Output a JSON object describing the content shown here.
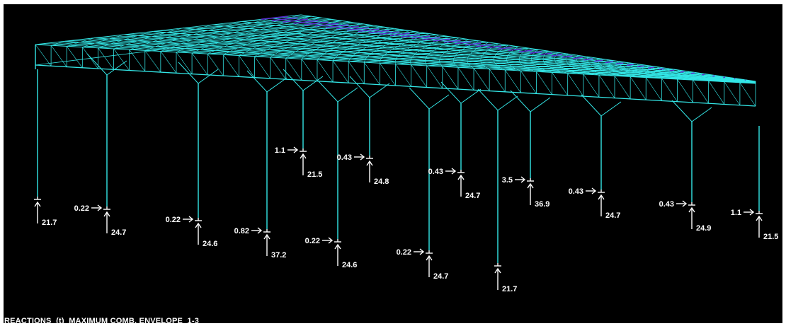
{
  "caption": "REACTIONS  (t)  MAXIMUM COMB. ENVELOPE  1-3",
  "colors": {
    "background": "#000000",
    "truss": "#33e6e6",
    "truss_top": "#5a2fd1",
    "reaction": "#ffffff"
  },
  "supports": [
    {
      "id": "s1",
      "horizontal": "",
      "vertical": "21.7"
    },
    {
      "id": "s2",
      "horizontal": "0.22",
      "vertical": "24.7"
    },
    {
      "id": "s3",
      "horizontal": "0.22",
      "vertical": "24.6"
    },
    {
      "id": "s4",
      "horizontal": "0.82",
      "vertical": "37.2"
    },
    {
      "id": "s5",
      "horizontal": "1.1",
      "vertical": "21.5"
    },
    {
      "id": "s6",
      "horizontal": "0.22",
      "vertical": "24.6"
    },
    {
      "id": "s7",
      "horizontal": "0.43",
      "vertical": "24.8"
    },
    {
      "id": "s8",
      "horizontal": "0.22",
      "vertical": "24.7"
    },
    {
      "id": "s9",
      "horizontal": "0.43",
      "vertical": "24.7"
    },
    {
      "id": "s10",
      "horizontal": "",
      "vertical": "21.7"
    },
    {
      "id": "s11",
      "horizontal": "3.5",
      "vertical": "36.9"
    },
    {
      "id": "s12",
      "horizontal": "0.43",
      "vertical": "24.7"
    },
    {
      "id": "s13",
      "horizontal": "0.43",
      "vertical": "24.9"
    },
    {
      "id": "s14",
      "horizontal": "1.1",
      "vertical": "21.5"
    }
  ]
}
